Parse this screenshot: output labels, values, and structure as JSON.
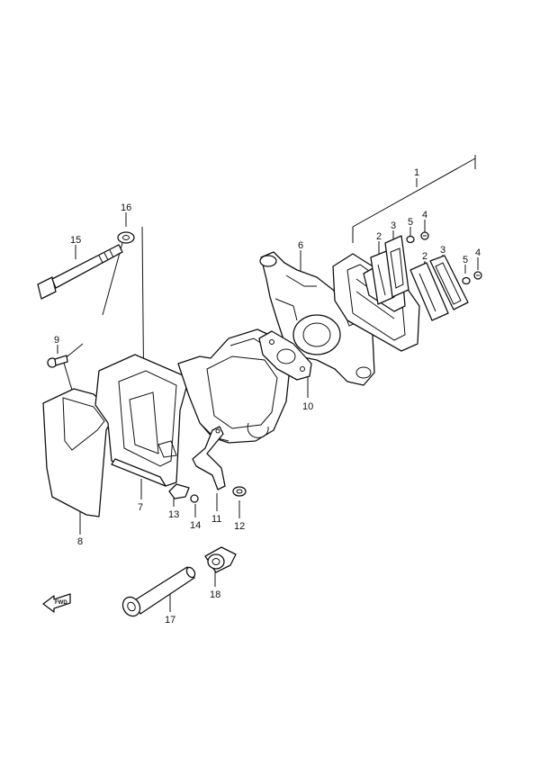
{
  "callouts": {
    "c1": "1",
    "c2a": "2",
    "c2b": "2",
    "c3a": "3",
    "c3b": "3",
    "c4a": "4",
    "c4b": "4",
    "c5a": "5",
    "c5b": "5",
    "c6": "6",
    "c7": "7",
    "c8": "8",
    "c9": "9",
    "c10": "10",
    "c11": "11",
    "c12": "12",
    "c13": "13",
    "c14": "14",
    "c15": "15",
    "c16": "16",
    "c17": "17",
    "c18": "18"
  },
  "fwd_label": "FWD"
}
